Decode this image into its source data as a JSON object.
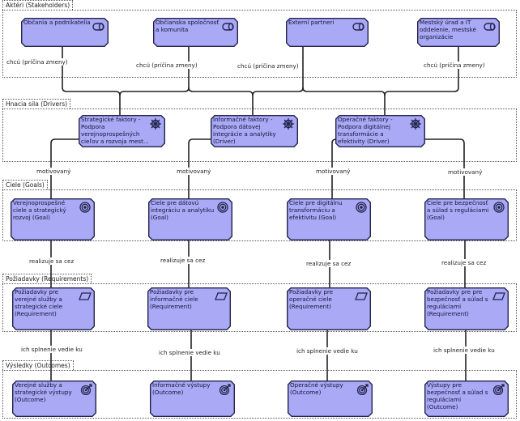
{
  "colors": {
    "node_fill": "#a9a9f5",
    "node_border": "#23234d",
    "wire": "#222222"
  },
  "groups": [
    {
      "label": "Aktéri (Stakeholders)"
    },
    {
      "label": "Hnacia sila (Drivers)"
    },
    {
      "label": "Ciele (Goals)"
    },
    {
      "label": "Požiadavky (Requirements)"
    },
    {
      "label": "Výsledky (Outcomes)"
    }
  ],
  "stakeholders": [
    {
      "label": "Občania a podnikatelia",
      "icon": "role-icon"
    },
    {
      "label": "Občianska spoločnosť a komunita",
      "icon": "role-icon"
    },
    {
      "label": "Externí partneri",
      "icon": "role-icon"
    },
    {
      "label": "Mestský úrad a IT oddelenie, mestské organizácie",
      "icon": "role-icon"
    }
  ],
  "drivers": [
    {
      "label": "Strategické faktory - Podpora verejnoprospešných cieľov a rozvoja mest...",
      "icon": "driver-wheel-icon"
    },
    {
      "label": "Informačné faktory - Podpora dátovej integrácie a analytiky (Driver)",
      "icon": "driver-wheel-icon"
    },
    {
      "label": "Operačné faktory - Podpora digitálnej transformácie a efektivity (Driver)",
      "icon": "driver-wheel-icon"
    }
  ],
  "goals": [
    {
      "label": "Verejnoprospešné ciele a strategický rozvoj (Goal)",
      "icon": "goal-target-icon"
    },
    {
      "label": "Ciele pre dátovú integráciu a analytiku (Goal)",
      "icon": "goal-target-icon"
    },
    {
      "label": "Ciele pre digitálnu transformáciu a efektivitu (Goal)",
      "icon": "goal-target-icon"
    },
    {
      "label": "Ciele pre bezpečnosť a súlad s reguláciami (Goal)",
      "icon": "goal-target-icon"
    }
  ],
  "requirements": [
    {
      "label": "Požiadavky pre verejné služby a strategické ciele (Requirement)",
      "icon": "requirement-icon"
    },
    {
      "label": "Požiadavky pre informačné ciele (Requirement)",
      "icon": "requirement-icon"
    },
    {
      "label": "Požiadavky pre operačné ciele (Requirement)",
      "icon": "requirement-icon"
    },
    {
      "label": "Požiadavky pre pre bezpečnosť a súlad s reguláciami (Requirement)",
      "icon": "requirement-icon"
    }
  ],
  "outcomes": [
    {
      "label": "Verejné služby a strategické výstupy (Outcome)",
      "icon": "outcome-icon"
    },
    {
      "label": "Informačné výstupy (Outcome)",
      "icon": "outcome-icon"
    },
    {
      "label": "Operačné výstupy (Outcome)",
      "icon": "outcome-icon"
    },
    {
      "label": "Výstupy pre bezpečnosť a súlad s reguláciami (Outcome)",
      "icon": "outcome-icon"
    }
  ],
  "relations": {
    "influence": [
      "chcú (príčina zmeny)",
      "chcú (príčina zmeny)",
      "chcú (príčina zmeny)",
      "chcú (príčina zmeny)"
    ],
    "motivates": [
      "motivovaný",
      "motivovaný",
      "motivovaný",
      "motivovaný"
    ],
    "realizes": [
      "realizuje sa cez",
      "realizuje sa cez",
      "realizuje sa cez",
      "realizuje sa cez"
    ],
    "leads_to": [
      "ich splnenie vedie ku",
      "ich splnenie vedie ku",
      "ich splnenie vedie ku",
      "ich splnenie vedie ku"
    ]
  }
}
